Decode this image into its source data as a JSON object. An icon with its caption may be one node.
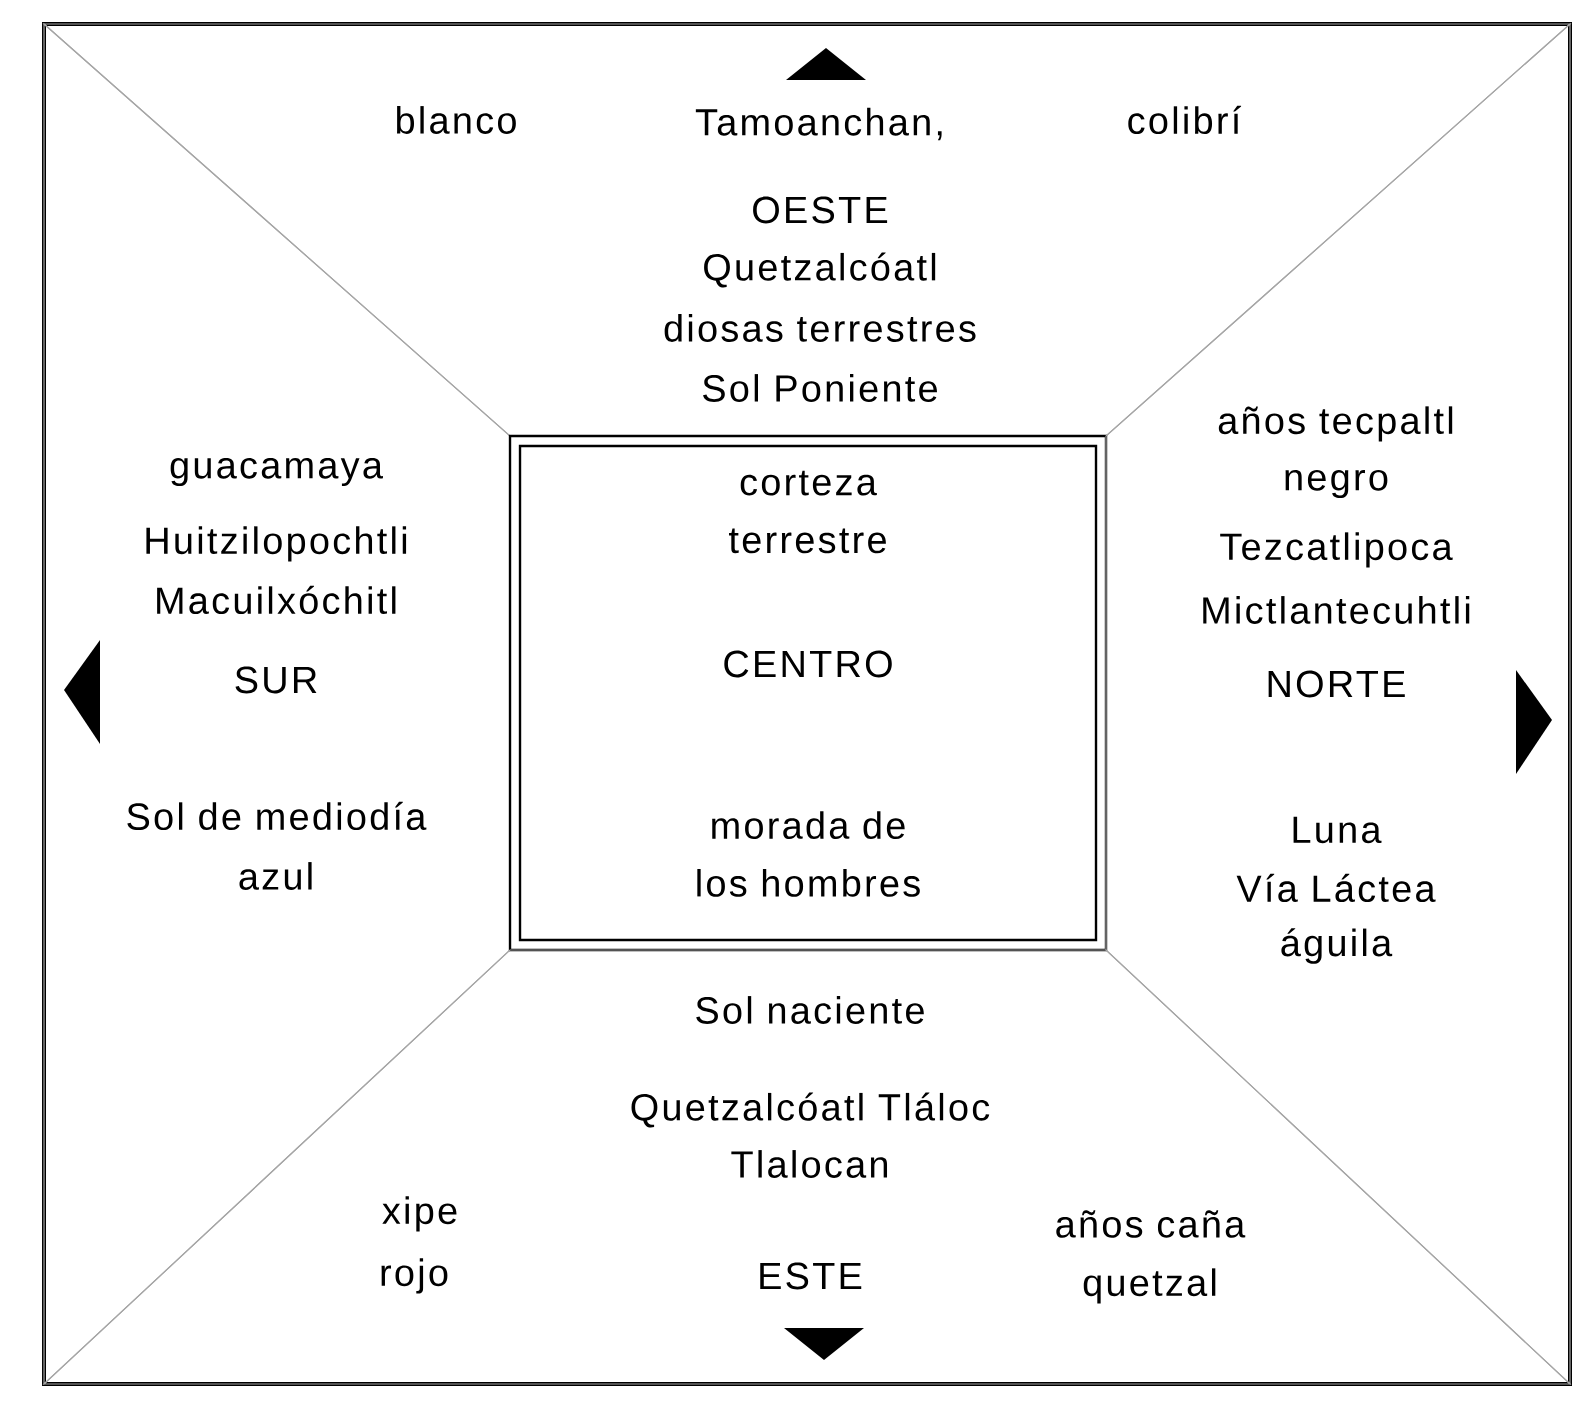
{
  "diagram": {
    "nodes": [
      {
        "text": [
          "blanco",
          "Tamoanchan,",
          "colibrí",
          "OESTE",
          "Quetzalcóatl",
          "diosas terrestres",
          "Sol Poniente"
        ]
      },
      {
        "text": [
          "guacamaya",
          "Huitzilopochtli",
          "Macuilxóchitl",
          "SUR",
          "Sol de mediodía",
          "azul"
        ]
      },
      {
        "text": [
          "corteza terrestre",
          "CENTRO",
          "morada de los hombres"
        ]
      },
      {
        "text": [
          "años tecpaltl",
          "negro",
          "Tezcatlipoca",
          "Mictlantecuhtli",
          "NORTE",
          "Luna",
          "Vía Láctea",
          "águila"
        ]
      },
      {
        "text": [
          "Sol naciente",
          "Quetzalcóatl Tláloc",
          "Tlalocan",
          "xipe",
          "años caña",
          "rojo",
          "ESTE",
          "quetzal"
        ]
      }
    ]
  }
}
